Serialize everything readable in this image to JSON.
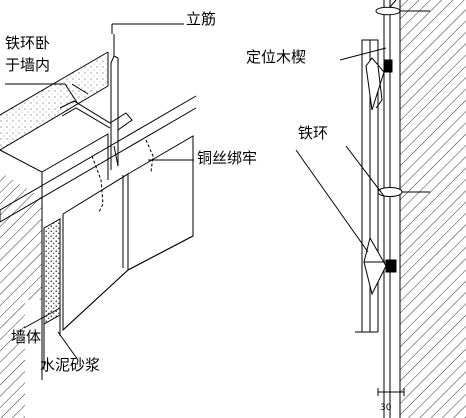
{
  "labels": {
    "vertical_rebar": "立筋",
    "iron_ring_in_wall_line1": "铁环卧",
    "iron_ring_in_wall_line2": "于墙内",
    "positioning_wedge": "定位木楔",
    "copper_wire_tie": "铜丝绑牢",
    "iron_ring": "铁环",
    "wall_body": "墙体",
    "cement_mortar": "水泥砂浆",
    "dimension_30": "30"
  }
}
